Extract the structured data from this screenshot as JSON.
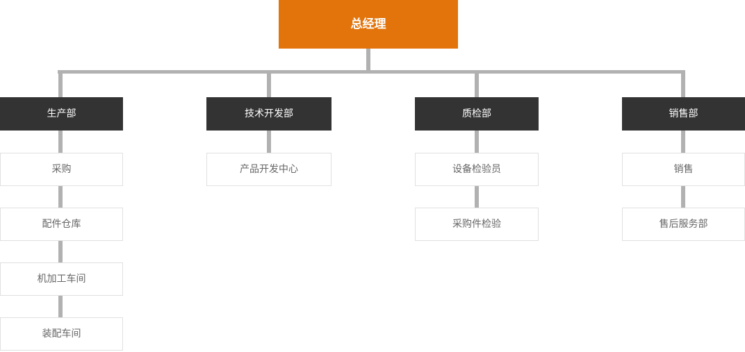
{
  "org": {
    "root": {
      "label": "总经理"
    },
    "departments": [
      {
        "label": "生产部",
        "children": [
          {
            "label": "采购"
          },
          {
            "label": "配件仓库"
          },
          {
            "label": "机加工车间"
          },
          {
            "label": "装配车间"
          }
        ]
      },
      {
        "label": "技术开发部",
        "children": [
          {
            "label": "产品开发中心"
          }
        ]
      },
      {
        "label": "质检部",
        "children": [
          {
            "label": "设备检验员"
          },
          {
            "label": "采购件检验"
          }
        ]
      },
      {
        "label": "销售部",
        "children": [
          {
            "label": "销售"
          },
          {
            "label": "售后服务部"
          }
        ]
      }
    ],
    "colors": {
      "root_bg": "#e2740b",
      "root_text": "#ffffff",
      "dept_bg": "#333333",
      "dept_text": "#ffffff",
      "child_bg": "#ffffff",
      "child_border": "#e0e0e0",
      "child_text": "#666666",
      "connector": "#b1b1b1"
    }
  }
}
